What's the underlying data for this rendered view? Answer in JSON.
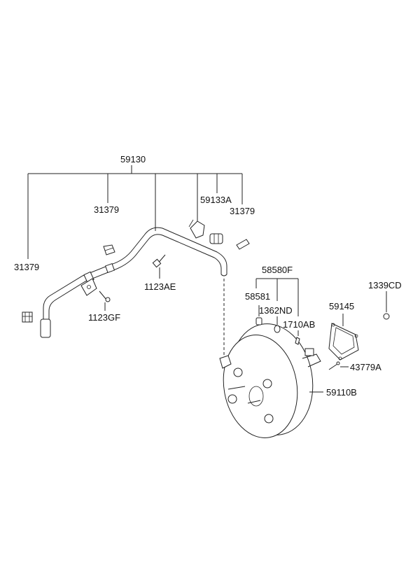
{
  "labels": {
    "p59130": "59130",
    "p31379_a": "31379",
    "p31379_b": "31379",
    "p31379_c": "31379",
    "p59133a": "59133A",
    "p1123ae": "1123AE",
    "p1123gf": "1123GF",
    "p58580f": "58580F",
    "p58581": "58581",
    "p1362nd": "1362ND",
    "p1710ab": "1710AB",
    "p1339cd": "1339CD",
    "p59145": "59145",
    "p43779a": "43779A",
    "p59110b": "59110B"
  }
}
